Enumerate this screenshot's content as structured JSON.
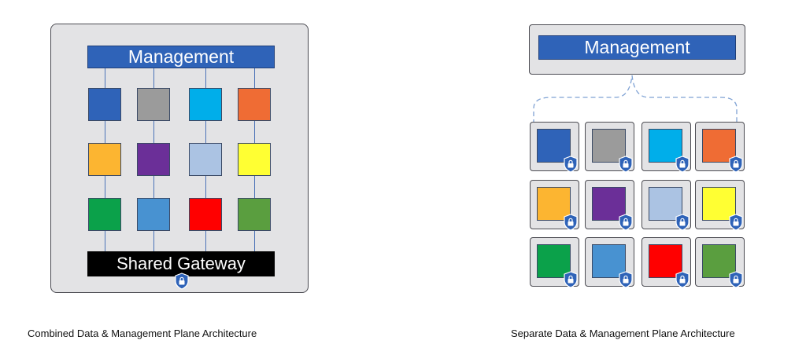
{
  "left": {
    "management_label": "Management",
    "gateway_label": "Shared Gateway",
    "caption": "Combined Data & Management Plane Architecture"
  },
  "right": {
    "management_label": "Management",
    "caption": "Separate Data & Management Plane Architecture"
  },
  "block_colors": [
    [
      "#2f63b8",
      "#9b9b9b",
      "#00aeea",
      "#ef6c34"
    ],
    [
      "#fcb531",
      "#6b2f98",
      "#abc3e3",
      "#ffff33"
    ],
    [
      "#0ba14a",
      "#4892d1",
      "#ff0000",
      "#5a9e3f"
    ]
  ],
  "icons": {
    "lock_shield": "lock-shield-icon"
  }
}
